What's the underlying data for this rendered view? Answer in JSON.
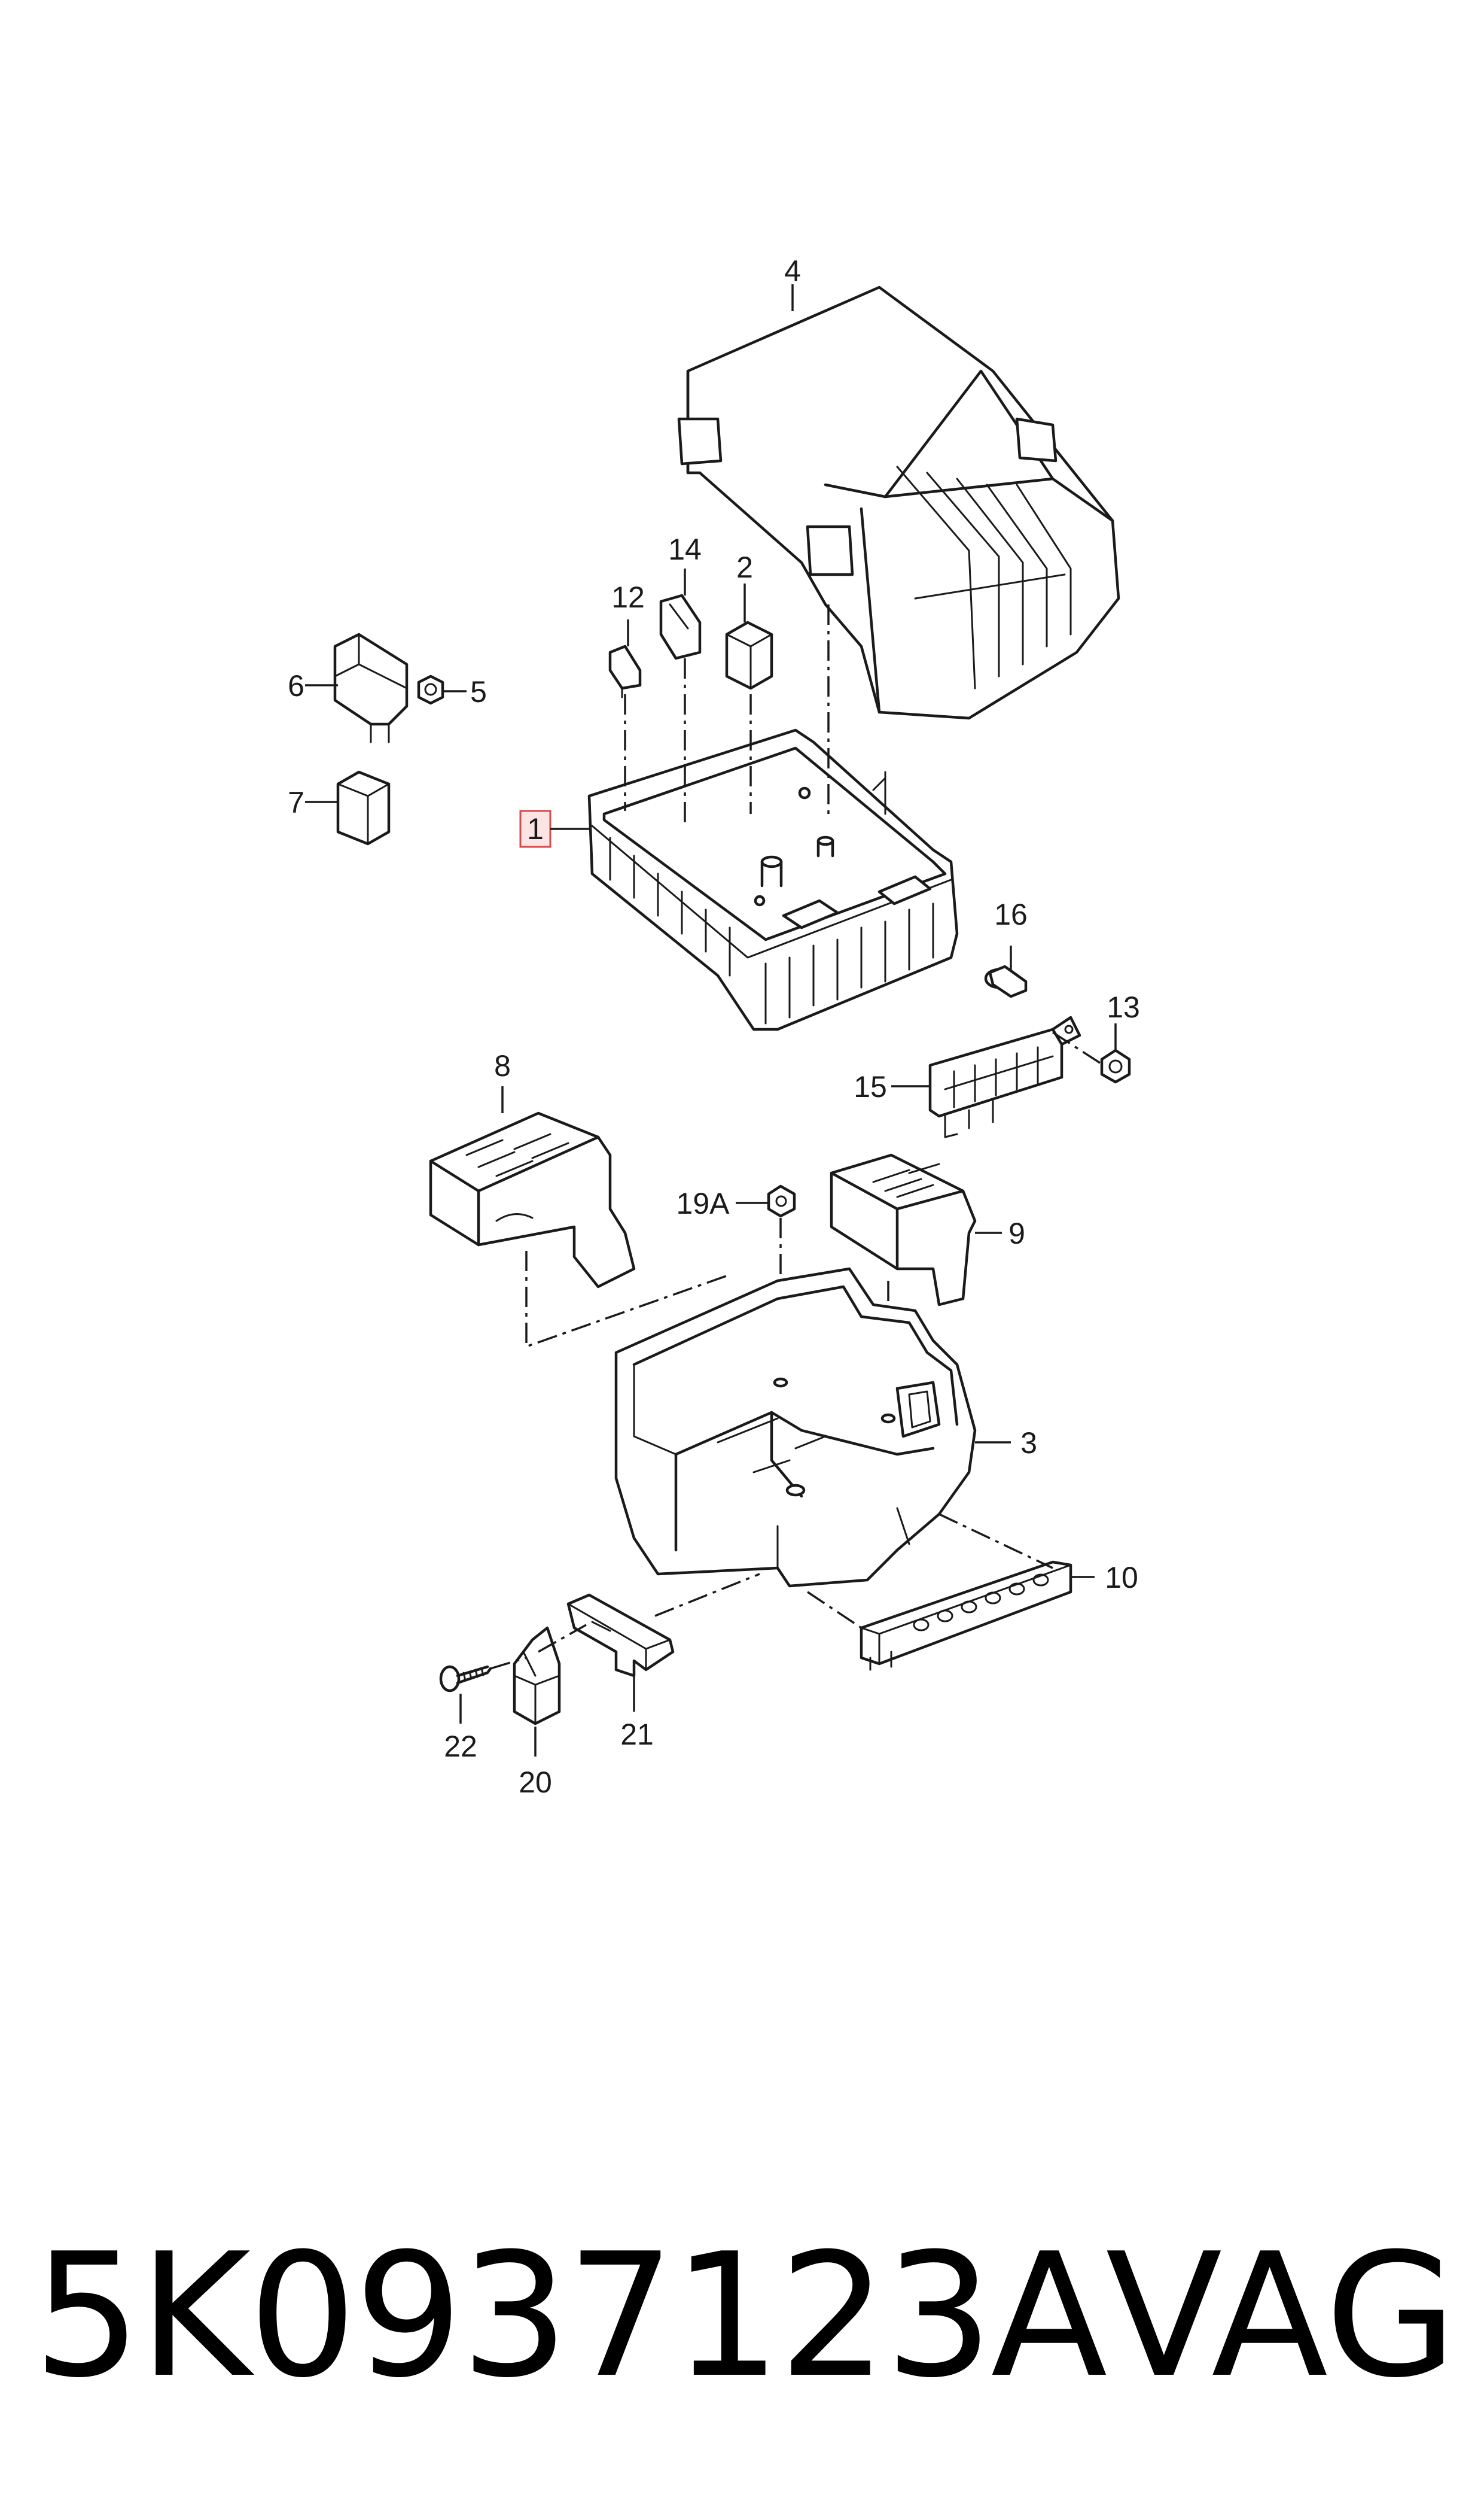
{
  "callouts": {
    "c1": "1",
    "c2": "2",
    "c3": "3",
    "c4": "4",
    "c5": "5",
    "c6": "6",
    "c7": "7",
    "c8": "8",
    "c9": "9",
    "c10": "10",
    "c12": "12",
    "c13": "13",
    "c14": "14",
    "c15": "15",
    "c16": "16",
    "c19a": "19A",
    "c20": "20",
    "c21": "21",
    "c22": "22"
  },
  "highlighted_callout": "1",
  "footer": {
    "part_number": "5K0937123A",
    "brand": "VAG"
  }
}
